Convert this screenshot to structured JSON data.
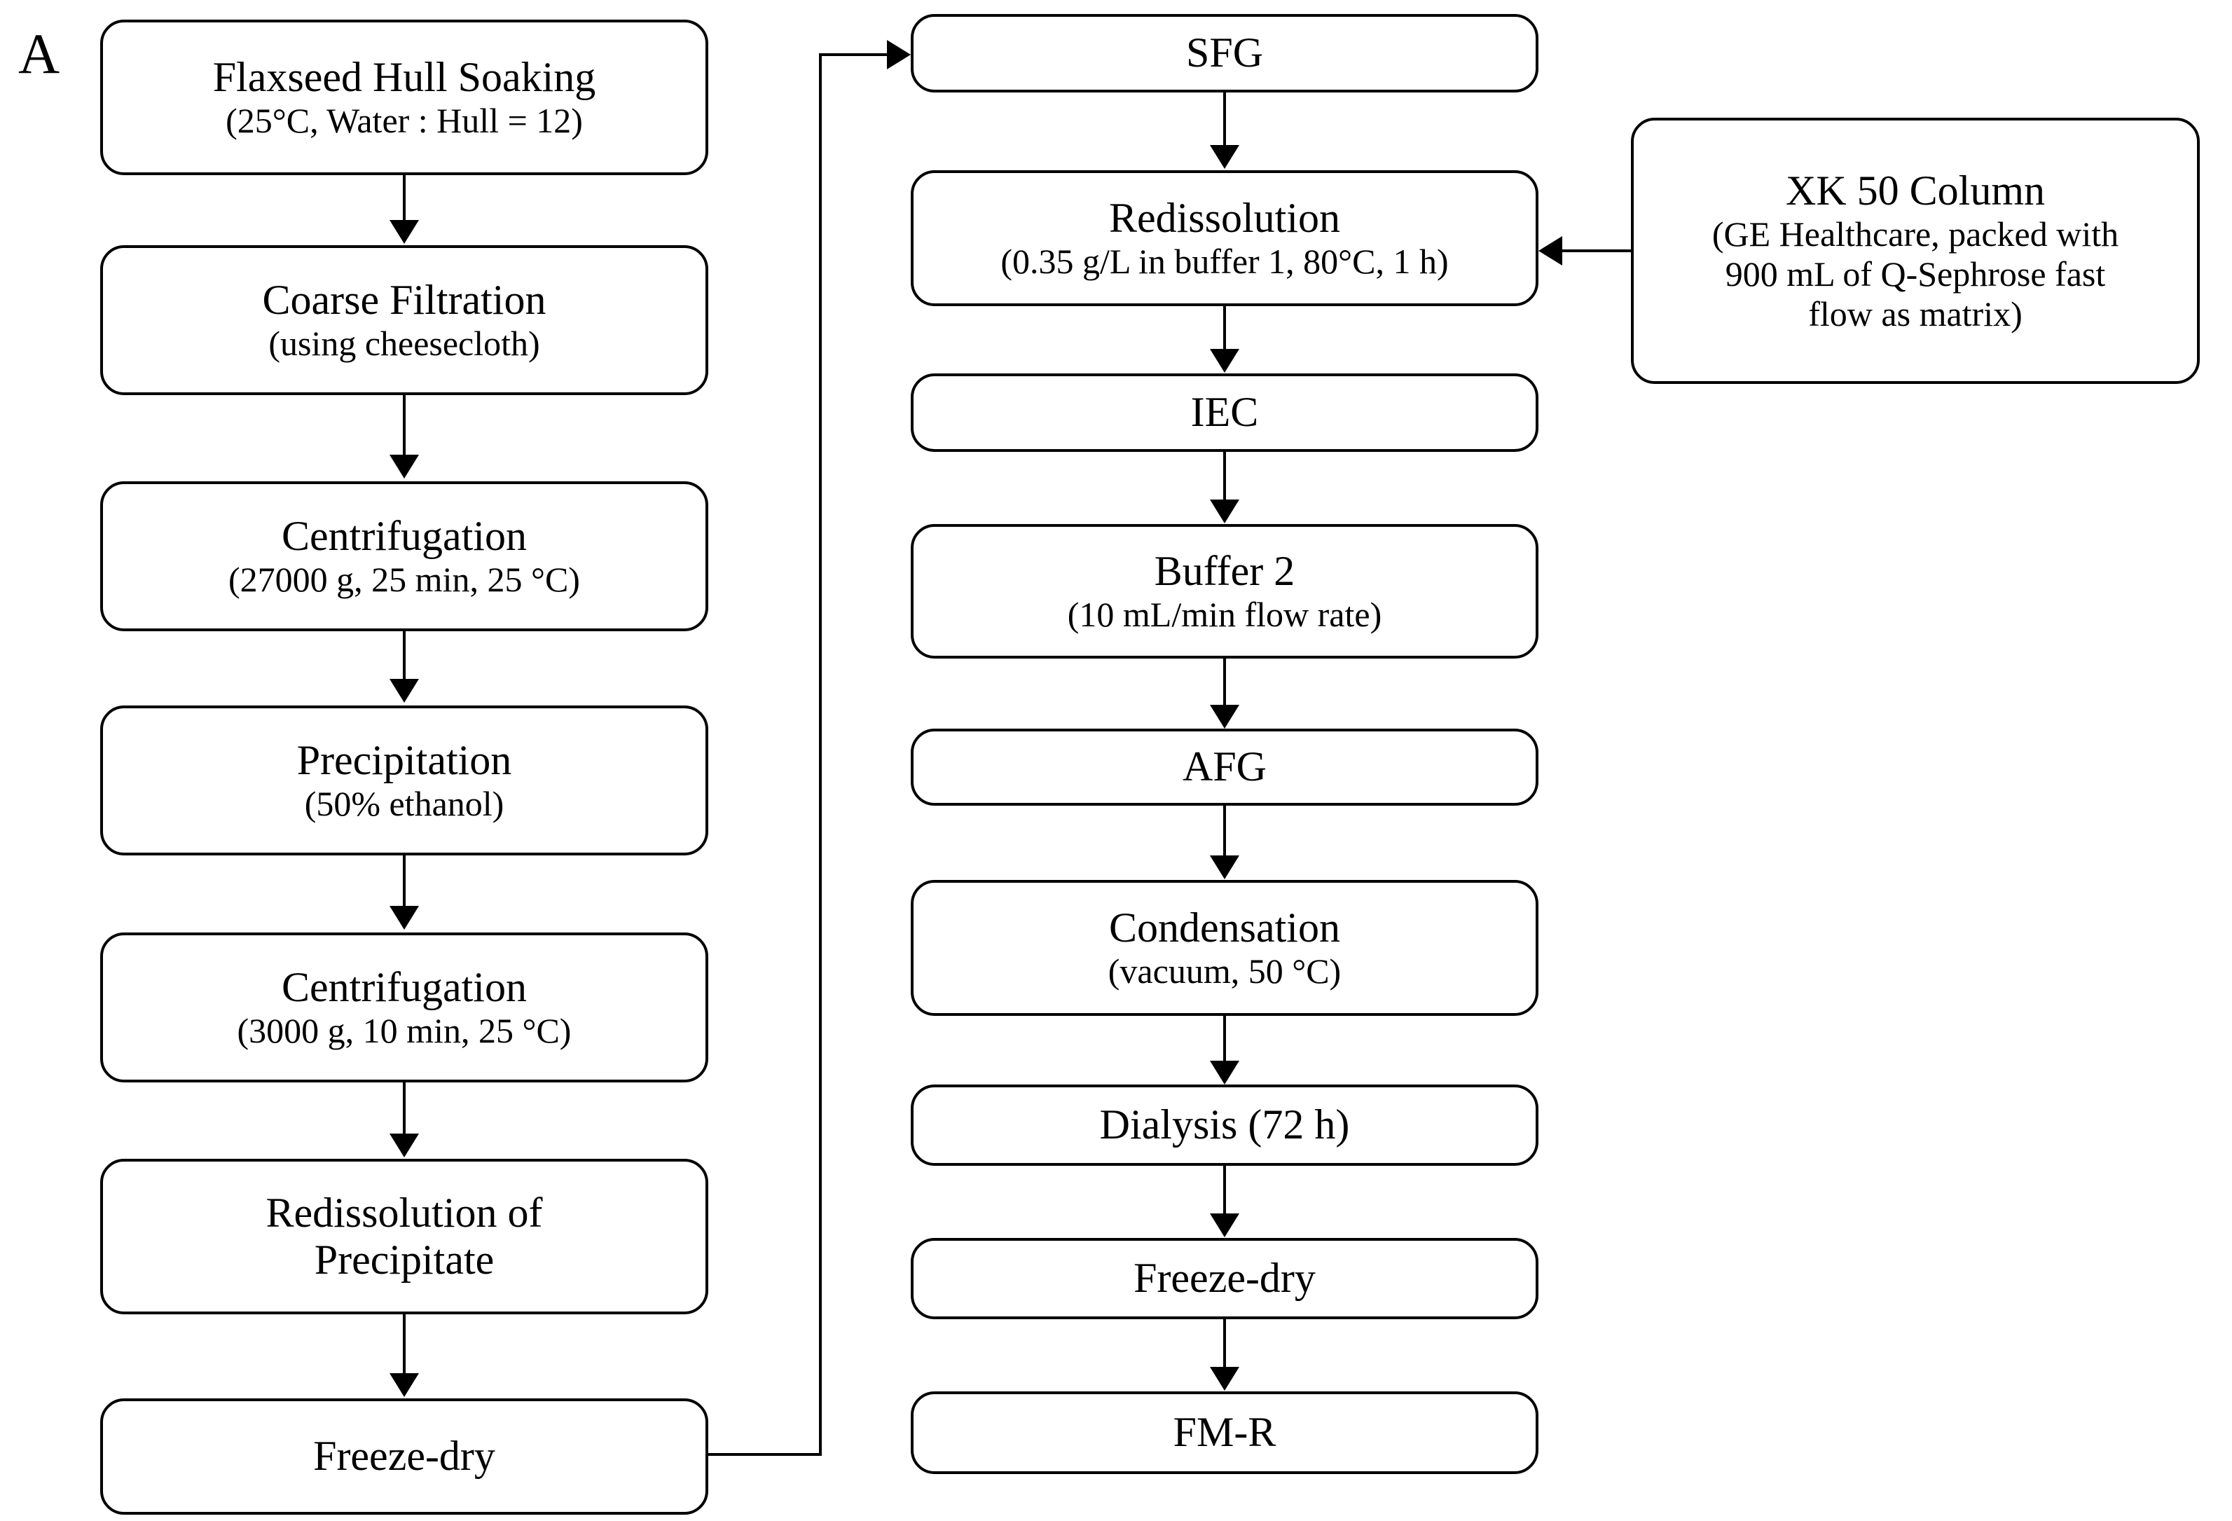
{
  "figure": {
    "panel_label": "A",
    "type": "process-flow-diagram",
    "line_color": "#000000",
    "background_color": "#ffffff"
  },
  "left_column": {
    "nodes": [
      {
        "title": "Flaxseed Hull Soaking",
        "detail": "(25°C, Water : Hull = 12)"
      },
      {
        "title": "Coarse Filtration",
        "detail": "(using cheesecloth)"
      },
      {
        "title": "Centrifugation",
        "detail": "(27000 g, 25 min, 25 °C)"
      },
      {
        "title": "Precipitation",
        "detail": "(50% ethanol)"
      },
      {
        "title": "Centrifugation",
        "detail": "(3000 g, 10 min, 25 °C)"
      },
      {
        "title": "Redissolution of",
        "detail": "Precipitate"
      },
      {
        "title": "Freeze-dry",
        "detail": ""
      }
    ]
  },
  "right_column": {
    "nodes": [
      {
        "title": "SFG",
        "detail": ""
      },
      {
        "title": "Redissolution",
        "detail": "(0.35 g/L in buffer 1, 80°C, 1 h)"
      },
      {
        "title": "IEC",
        "detail": ""
      },
      {
        "title": "Buffer 2",
        "detail": "(10 mL/min flow rate)"
      },
      {
        "title": "AFG",
        "detail": ""
      },
      {
        "title": "Condensation",
        "detail": "(vacuum, 50 °C)"
      },
      {
        "title": "Dialysis (72 h)",
        "detail": ""
      },
      {
        "title": "Freeze-dry",
        "detail": ""
      },
      {
        "title": "FM-R",
        "detail": ""
      }
    ]
  },
  "side_note": {
    "title": "XK 50 Column",
    "detail_line1": "(GE Healthcare, packed with",
    "detail_line2": "900 mL of Q-Sephrose fast",
    "detail_line3": "flow as matrix)"
  },
  "connectors": {
    "left_chain_label": "sequential-down-arrows",
    "freezedry_to_sfg_label": "Freeze-dry to SFG feed line",
    "column_to_redissolution_label": "XK 50 Column to Redissolution feed arrow"
  }
}
